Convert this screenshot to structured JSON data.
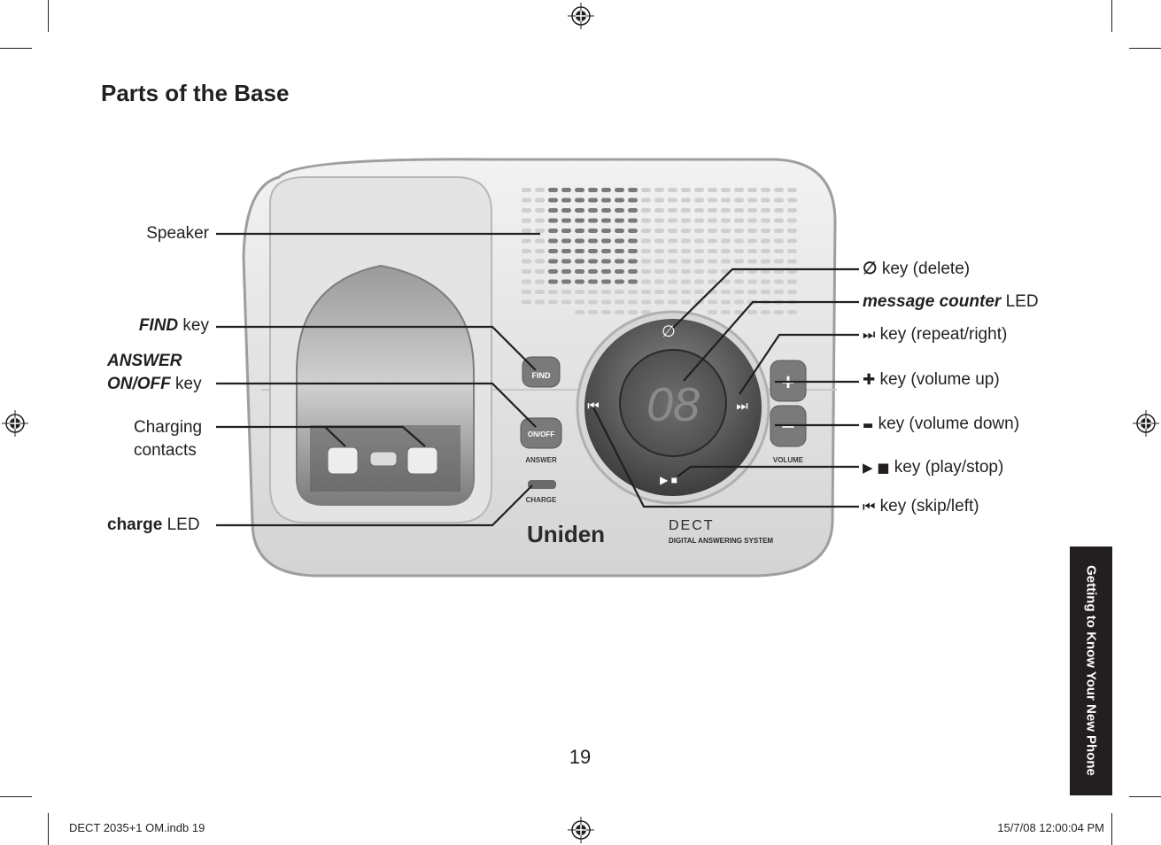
{
  "page": {
    "title": "Parts of the Base",
    "page_number": "19",
    "side_tab": "Getting to Know Your New Phone",
    "footer_left": "DECT 2035+1 OM.indb   19",
    "footer_right": "15/7/08   12:00:04 PM"
  },
  "device": {
    "brand": "Uniden",
    "model_logo": "DECT",
    "system_text": "DIGITAL ANSWERING SYSTEM",
    "display_digits": "08",
    "find_key": "FIND",
    "on_off_key": "ON/OFF",
    "answer_caption": "ANSWER",
    "charge_caption": "CHARGE",
    "volume_caption": "VOLUME",
    "plus_symbol": "+",
    "minus_symbol": "−",
    "delete_symbol": "∅",
    "prev_symbol": "⏮",
    "next_symbol": "⏭",
    "play_stop_symbol": "▶ ■"
  },
  "labels_left": {
    "speaker": "Speaker",
    "find_bold": "FIND",
    "find_rest": " key",
    "answer_line1": "ANSWER",
    "answer_bold": "ON/OFF",
    "answer_rest": " key",
    "charging_line1": "Charging",
    "charging_line2": "contacts",
    "charge_bold": "charge",
    "charge_rest": " LED"
  },
  "labels_right": {
    "delete_icon": "∅",
    "delete": " key (delete)",
    "counter_bold": "message counter",
    "counter_rest": " LED",
    "repeat_icon": "⏭",
    "repeat": " key (repeat/right)",
    "vol_up_icon": "✚",
    "vol_up": " key (volume up)",
    "vol_down_icon": "▬",
    "vol_down": " key (volume down)",
    "play_icon": "▶ ■",
    "play": " key (play/stop)",
    "skip_icon": "⏮",
    "skip": " key (skip/left)"
  },
  "colors": {
    "ink": "#231f20",
    "base_light": "#e6e6e6",
    "base_mid": "#bdbdbd",
    "base_dark": "#6e6e6e",
    "display_segment": "#8a8a8a"
  }
}
